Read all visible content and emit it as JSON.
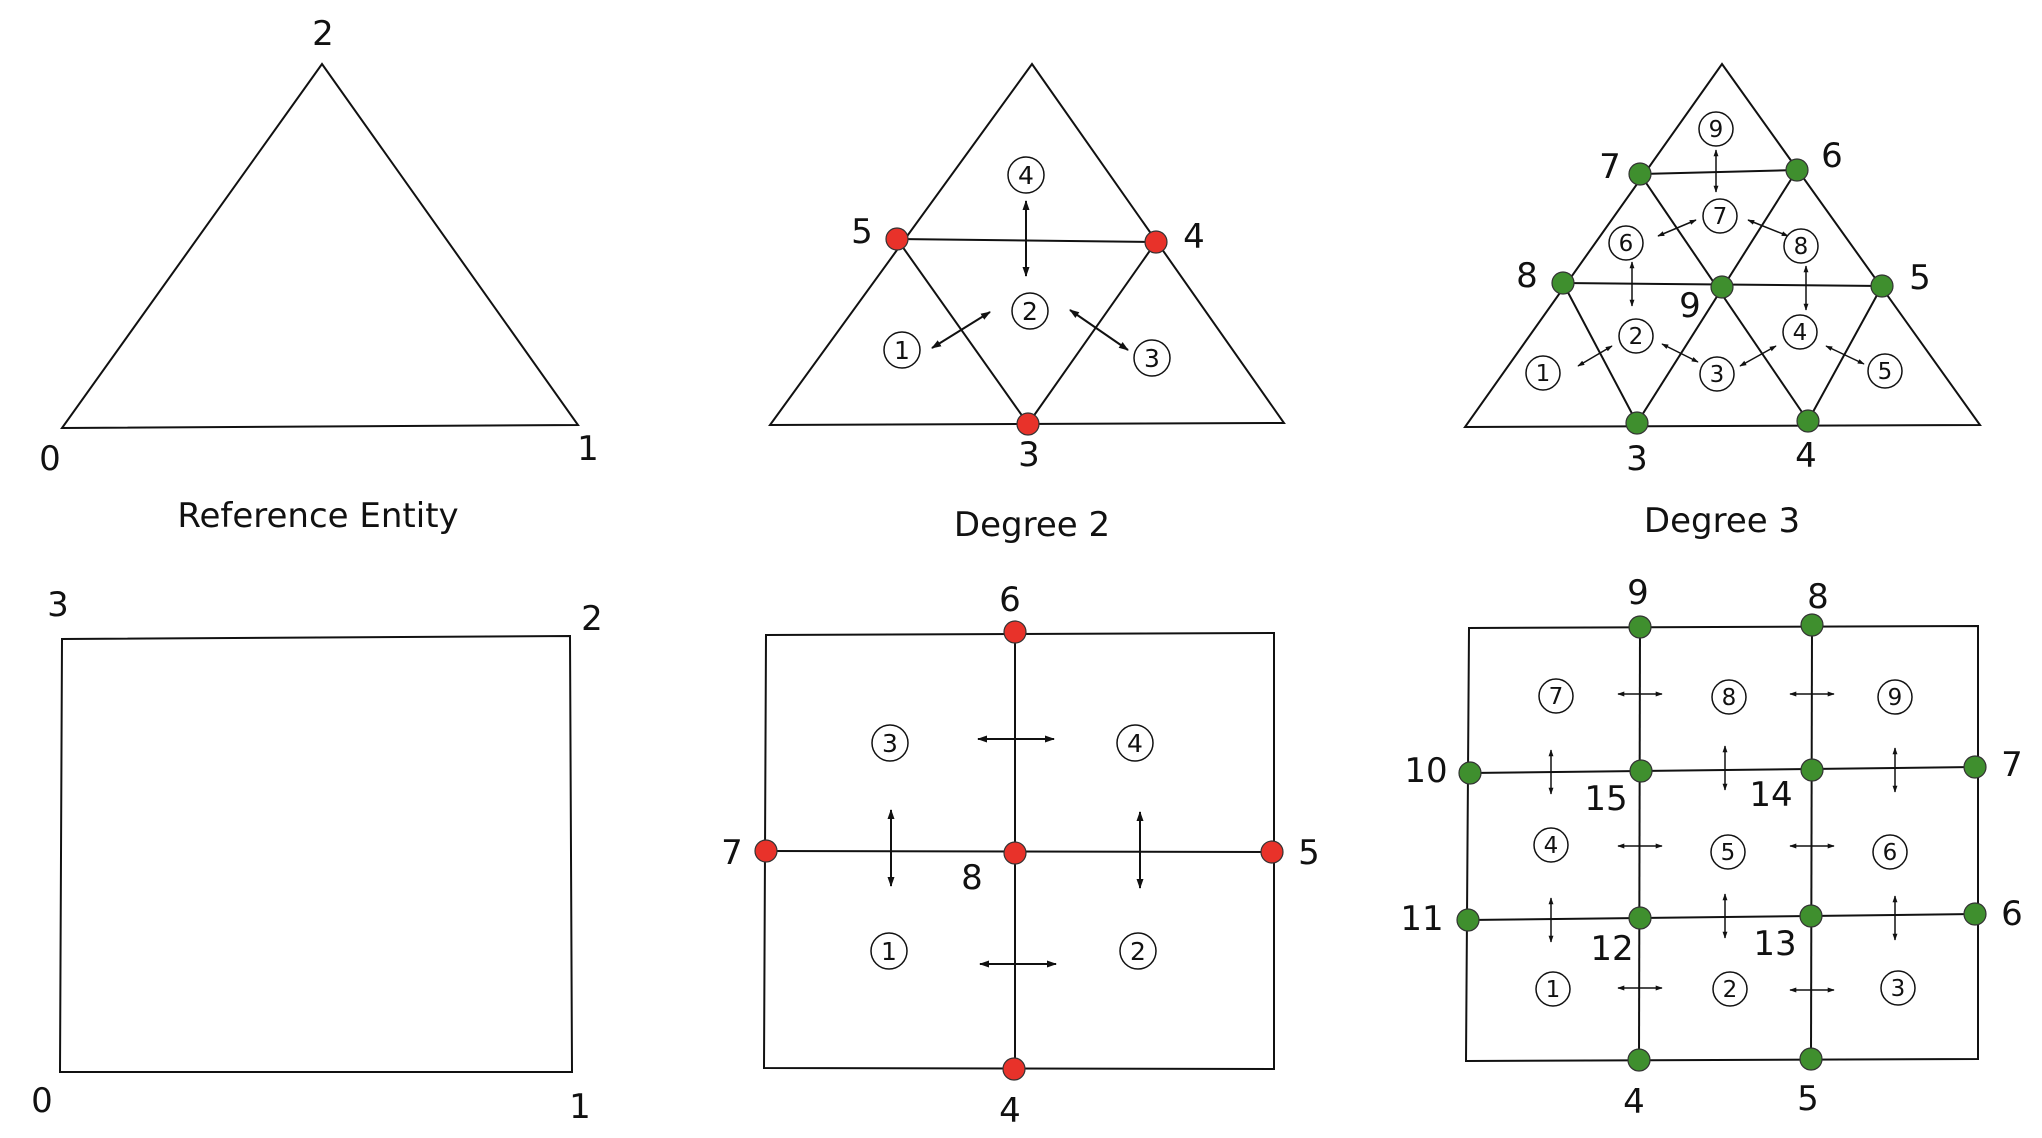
{
  "colors": {
    "degree2_node": "#e8322a",
    "degree3_node": "#3f8f2e",
    "stroke": "#111111"
  },
  "captions": {
    "reference": "Reference Entity",
    "degree2": "Degree 2",
    "degree3": "Degree 3"
  },
  "ref_triangle": {
    "vertices": [
      "0",
      "1",
      "2"
    ]
  },
  "ref_quad": {
    "vertices": [
      "0",
      "1",
      "2",
      "3"
    ]
  },
  "tri2": {
    "nodes": [
      "3",
      "4",
      "5"
    ],
    "cells": [
      "1",
      "2",
      "3",
      "4"
    ]
  },
  "tri3": {
    "nodes": [
      "3",
      "4",
      "5",
      "6",
      "7",
      "8",
      "9"
    ],
    "cells": [
      "1",
      "2",
      "3",
      "4",
      "5",
      "6",
      "7",
      "8",
      "9"
    ]
  },
  "quad2": {
    "nodes": [
      "4",
      "5",
      "6",
      "7",
      "8"
    ],
    "cells": [
      "1",
      "2",
      "3",
      "4"
    ]
  },
  "quad3": {
    "nodes": [
      "4",
      "5",
      "6",
      "7",
      "8",
      "9",
      "10",
      "11",
      "12",
      "13",
      "14",
      "15"
    ],
    "cells": [
      "1",
      "2",
      "3",
      "4",
      "5",
      "6",
      "7",
      "8",
      "9"
    ]
  }
}
